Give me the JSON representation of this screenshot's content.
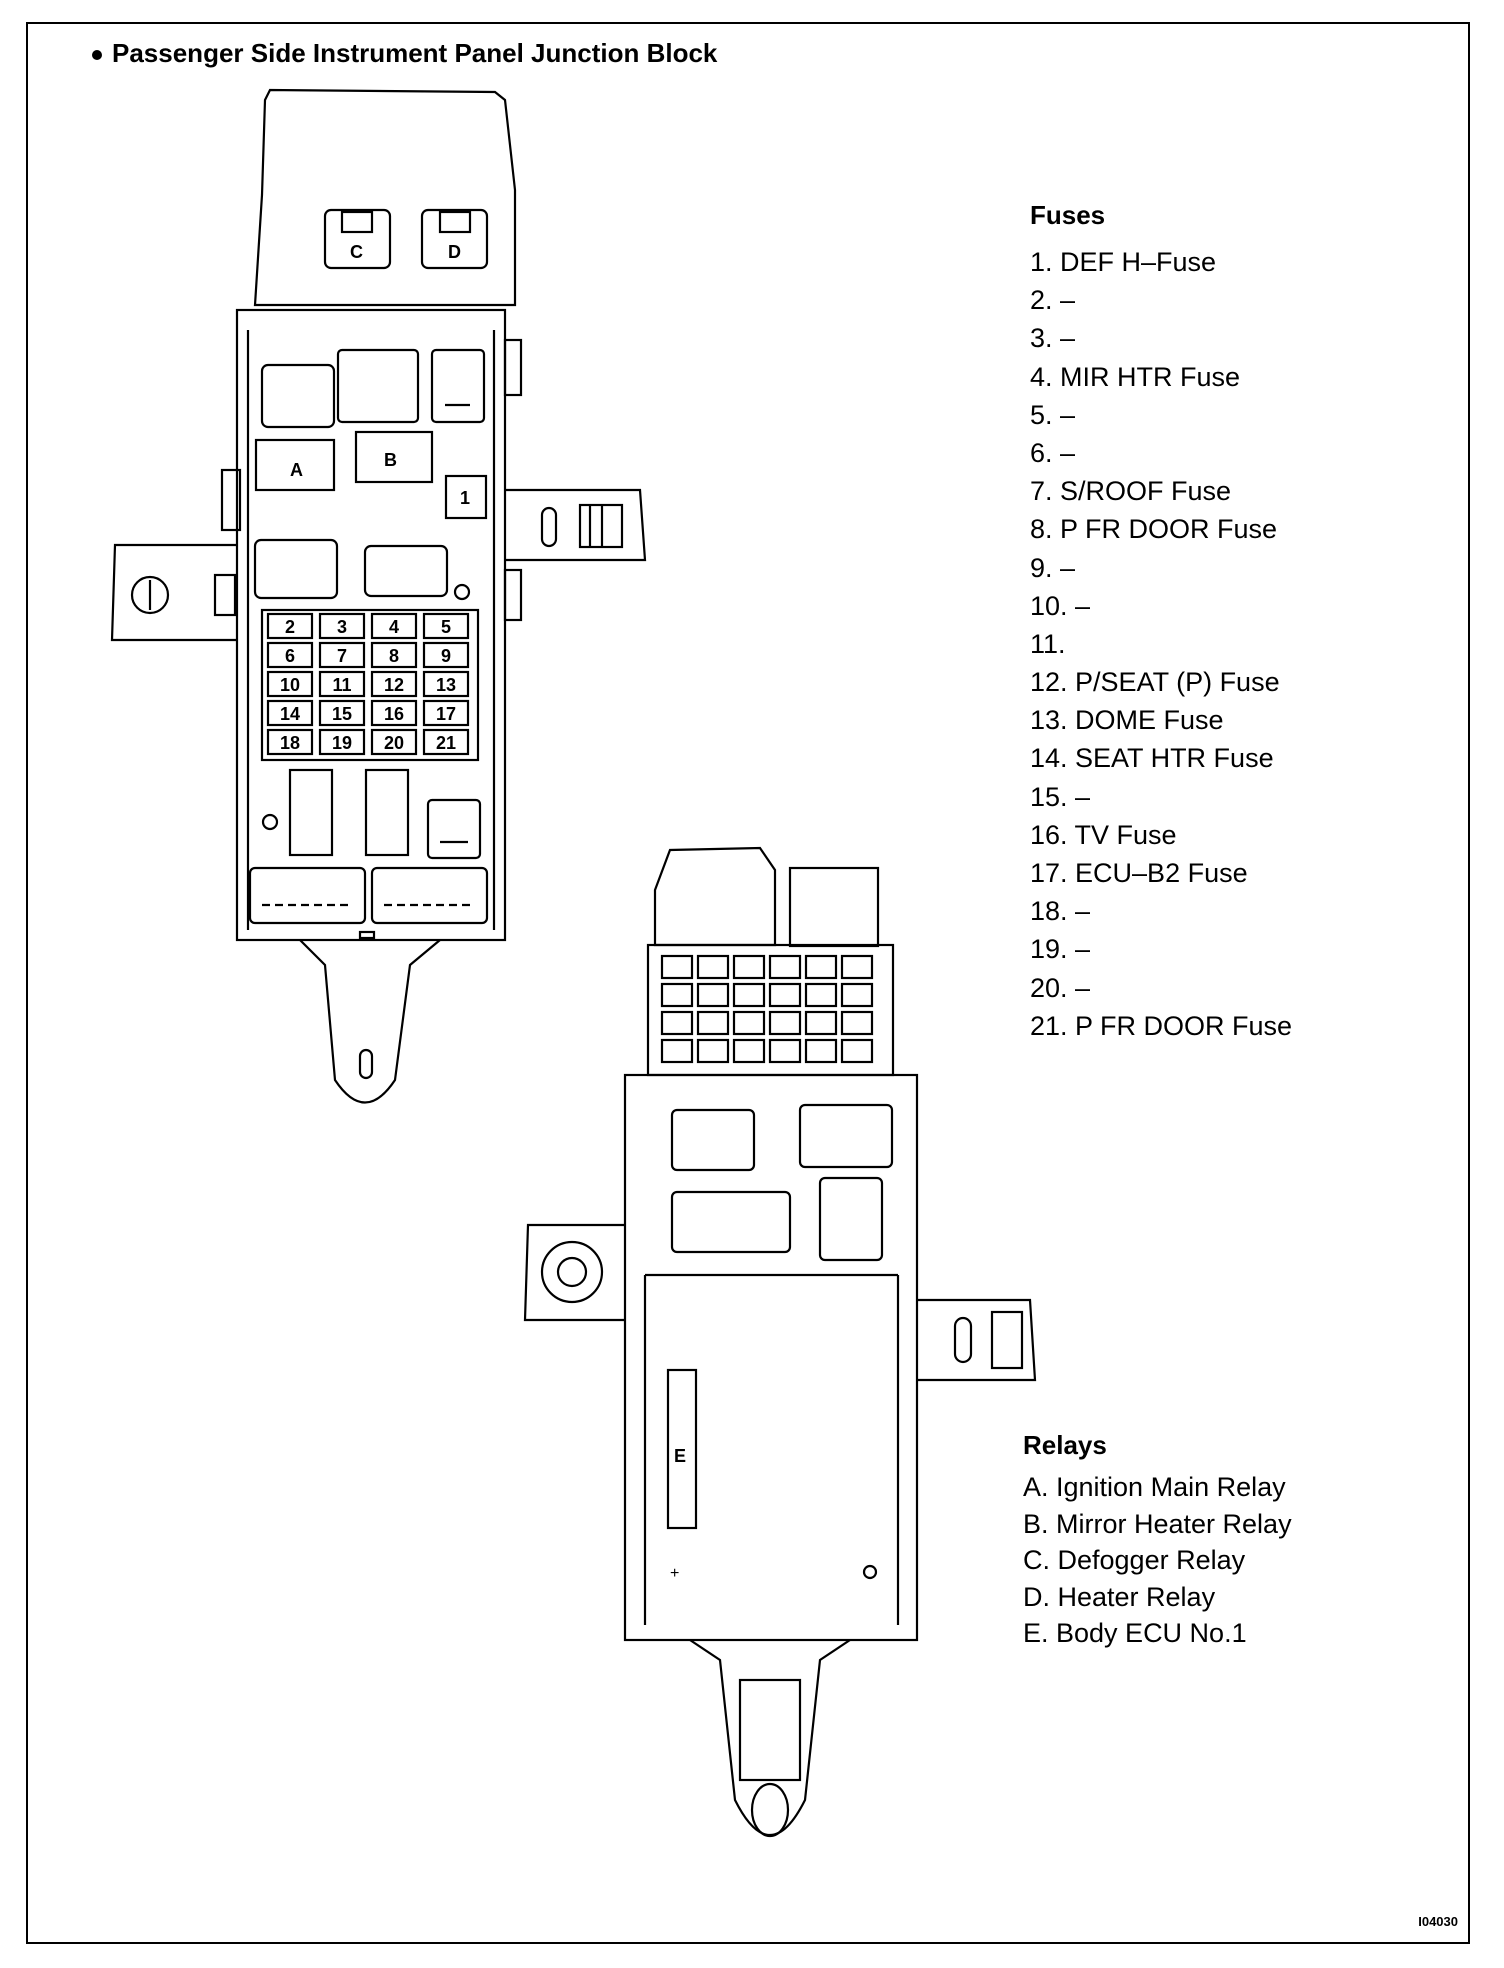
{
  "title": "Passenger Side Instrument Panel Junction Block",
  "fuses": {
    "heading": "Fuses",
    "items": [
      "1. DEF H–Fuse",
      "2. –",
      "3. –",
      "4. MIR HTR Fuse",
      "5. –",
      "6. –",
      "7. S/ROOF Fuse",
      "8. P FR DOOR Fuse",
      "9. –",
      "10. –",
      "11.",
      "12. P/SEAT (P) Fuse",
      "13. DOME Fuse",
      "14. SEAT HTR Fuse",
      "15. –",
      "16. TV Fuse",
      "17. ECU–B2 Fuse",
      "18. –",
      "19. –",
      "20. –",
      "21. P FR DOOR Fuse"
    ]
  },
  "relays": {
    "heading": "Relays",
    "items": [
      "A. Ignition Main Relay",
      "B. Mirror Heater Relay",
      "C. Defogger Relay",
      "D. Heater Relay",
      "E. Body ECU No.1"
    ]
  },
  "diagram_labels": {
    "relay_c": "C",
    "relay_d": "D",
    "relay_a": "A",
    "relay_b": "B",
    "relay_e": "E",
    "fuse_1": "1",
    "fuse_slots": [
      "2",
      "3",
      "4",
      "5",
      "6",
      "7",
      "8",
      "9",
      "10",
      "11",
      "12",
      "13",
      "14",
      "15",
      "16",
      "17",
      "18",
      "19",
      "20",
      "21"
    ]
  },
  "figure_id": "I04030"
}
